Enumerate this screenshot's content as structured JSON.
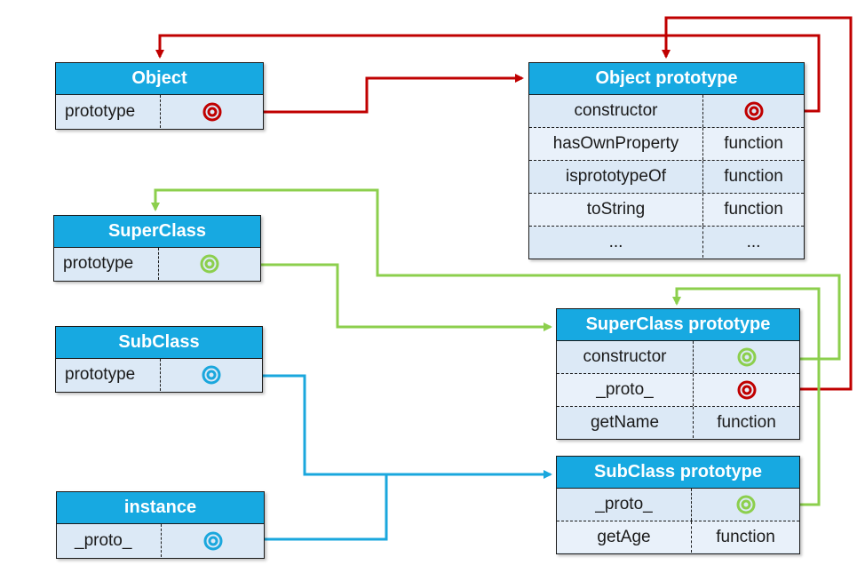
{
  "colors": {
    "header": "#17a9e1",
    "red": "#c00000",
    "green": "#8ccf4d",
    "blue": "#1aa7dd",
    "row": "#dce9f6",
    "row_alt": "#e9f1fa"
  },
  "object": {
    "title": "Object",
    "rows": [
      {
        "key": "prototype",
        "port": "red"
      }
    ]
  },
  "superclass": {
    "title": "SuperClass",
    "rows": [
      {
        "key": "prototype",
        "port": "green"
      }
    ]
  },
  "subclass": {
    "title": "SubClass",
    "rows": [
      {
        "key": "prototype",
        "port": "blue"
      }
    ]
  },
  "instance": {
    "title": "instance",
    "rows": [
      {
        "key": "_proto_",
        "port": "blue"
      }
    ]
  },
  "object_prototype": {
    "title": "Object prototype",
    "rows": [
      {
        "key": "constructor",
        "port": "red"
      },
      {
        "key": "hasOwnProperty",
        "value": "function"
      },
      {
        "key": "isprototypeOf",
        "value": "function"
      },
      {
        "key": "toString",
        "value": "function"
      },
      {
        "key": "...",
        "value": "..."
      }
    ]
  },
  "superclass_prototype": {
    "title": "SuperClass prototype",
    "rows": [
      {
        "key": "constructor",
        "port": "green"
      },
      {
        "key": "_proto_",
        "port": "red"
      },
      {
        "key": "getName",
        "value": "function"
      }
    ]
  },
  "subclass_prototype": {
    "title": "SubClass prototype",
    "rows": [
      {
        "key": "_proto_",
        "port": "green"
      },
      {
        "key": "getAge",
        "value": "function"
      }
    ]
  }
}
